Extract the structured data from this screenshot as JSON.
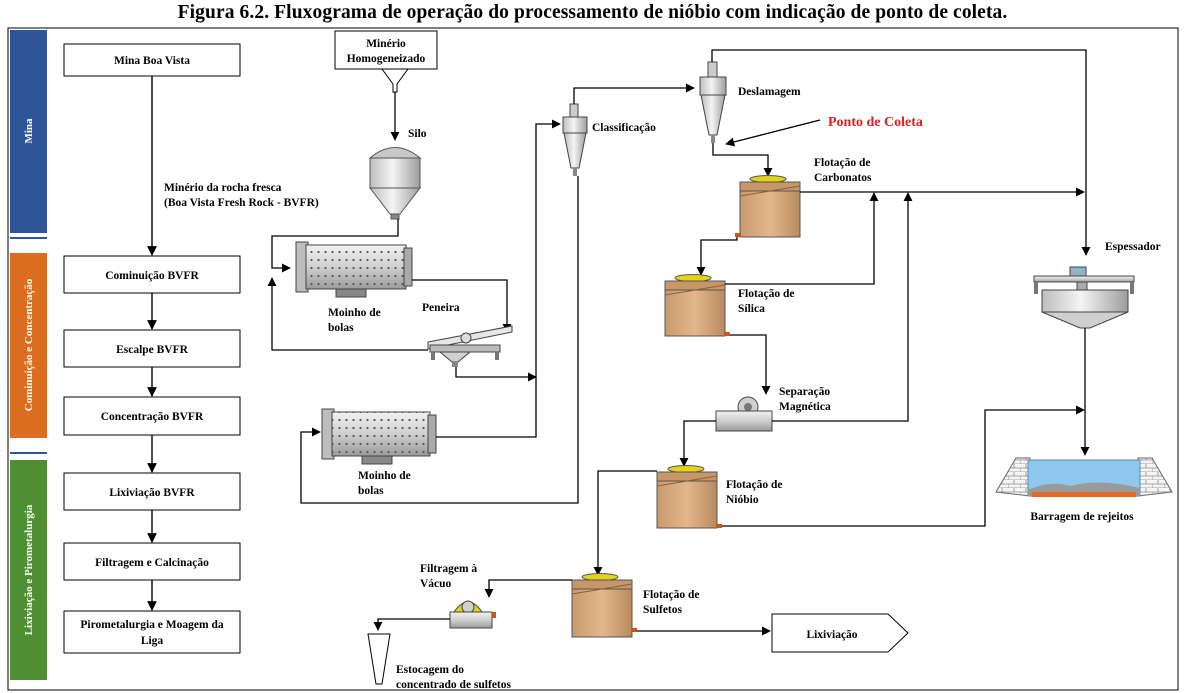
{
  "title": "Figura 6.2. Fluxograma de operação do processamento de nióbio com indicação de ponto de coleta.",
  "sidebar": {
    "mina": "Mina",
    "cominuicao": "Cominuição e Concentração",
    "lixiviacao": "Lixiviação e Pirometalurgia"
  },
  "colors": {
    "mina": "#2e5597",
    "cominuicao": "#db6c20",
    "lixiviacao": "#4f8f33",
    "ponto_coleta": "#e0201e",
    "tank": "#d7a97c"
  },
  "steps": {
    "mina_boa_vista": "Mina Boa Vista",
    "minerio_rocha_l1": "Minério da rocha fresca",
    "minerio_rocha_l2": "(Boa Vista Fresh Rock - BVFR)",
    "cominuicao": "Cominuição BVFR",
    "escalpe": "Escalpe BVFR",
    "concentracao": "Concentração BVFR",
    "lixiviacao": "Lixiviação BVFR",
    "filtragem": "Filtragem e Calcinação",
    "pirometalurgia_l1": "Pirometalurgia e Moagem da",
    "pirometalurgia_l2": "Liga"
  },
  "process": {
    "minerio_homog_l1": "Minério",
    "minerio_homog_l2": "Homogeneizado",
    "silo": "Silo",
    "moinho1_l1": "Moinho de",
    "moinho1_l2": "bolas",
    "peneira": "Peneira",
    "moinho2_l1": "Moinho de",
    "moinho2_l2": "bolas",
    "classificacao": "Classificação",
    "deslamagem": "Deslamagem",
    "ponto_coleta": "Ponto de Coleta",
    "flot_carb_l1": "Flotação de",
    "flot_carb_l2": "Carbonatos",
    "flot_silica_l1": "Flotação de",
    "flot_silica_l2": "Sílica",
    "sep_mag_l1": "Separação",
    "sep_mag_l2": "Magnética",
    "flot_niobio_l1": "Flotação de",
    "flot_niobio_l2": "Nióbio",
    "filtragem_vacuo_l1": "Filtragem à",
    "filtragem_vacuo_l2": "Vácuo",
    "flot_sulf_l1": "Flotação de",
    "flot_sulf_l2": "Sulfetos",
    "lixiviacao_out": "Lixiviação",
    "estocagem_l1": "Estocagem do",
    "estocagem_l2": "concentrado de sulfetos",
    "espessador": "Espessador",
    "barragem": "Barragem de rejeitos"
  }
}
